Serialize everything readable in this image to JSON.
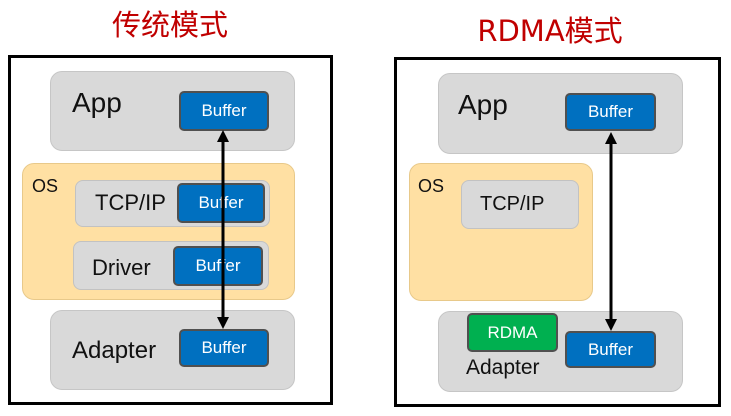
{
  "diagrams": [
    {
      "title": "传统模式",
      "app_label": "App",
      "os_label": "OS",
      "tcpip_label": "TCP/IP",
      "driver_label": "Driver",
      "adapter_label": "Adapter",
      "buffer_label": "Buffer"
    },
    {
      "title": "RDMA模式",
      "app_label": "App",
      "os_label": "OS",
      "tcpip_label": "TCP/IP",
      "adapter_label": "Adapter",
      "rdma_label": "RDMA",
      "buffer_label": "Buffer"
    }
  ],
  "colors": {
    "title": "#c00000",
    "buffer": "#0070c0",
    "rdma": "#00b050",
    "os_bg": "#ffe0a3",
    "box_bg": "#d9d9d9"
  }
}
